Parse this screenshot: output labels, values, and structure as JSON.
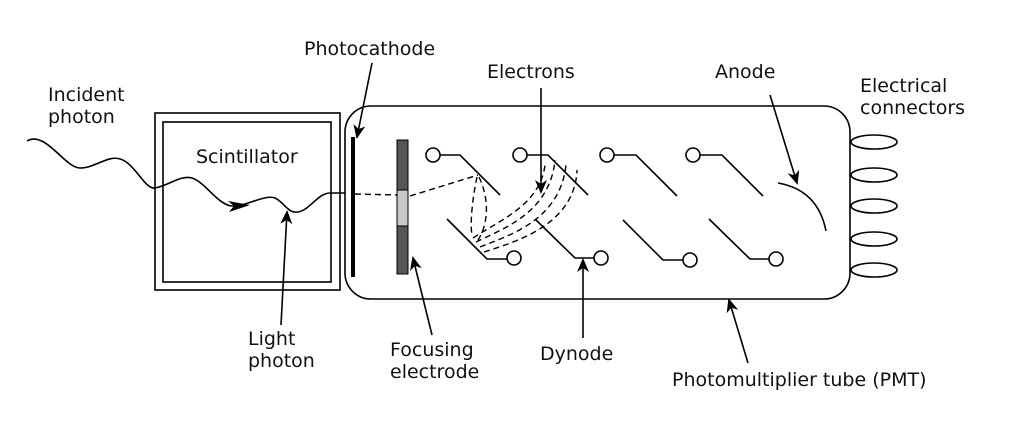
{
  "labels": {
    "incident_photon": [
      "Incident",
      "photon"
    ],
    "photocathode": "Photocathode",
    "electrons": "Electrons",
    "anode": "Anode",
    "electrical_connectors": [
      "Electrical",
      "connectors"
    ],
    "scintillator": "Scintillator",
    "light_photon": [
      "Light",
      "photon"
    ],
    "focusing_electrode": [
      "Focusing",
      "electrode"
    ],
    "dynode": "Dynode",
    "pmt": "Photomultiplier tube (PMT)"
  },
  "colors": {
    "line": "#000000",
    "electrode_dark": "#555555",
    "electrode_light": "#c8c8c8",
    "background": "#ffffff"
  }
}
